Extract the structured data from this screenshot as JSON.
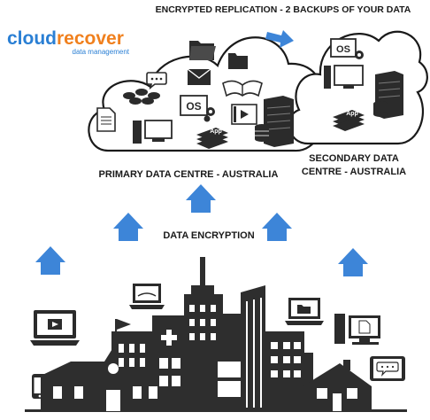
{
  "header": {
    "title": "ENCRYPTED REPLICATION - 2 BACKUPS OF YOUR DATA"
  },
  "logo": {
    "brand_prefix": "cloud",
    "brand_suffix": "recover",
    "tagline": "data management",
    "colors": {
      "prefix": "#2a7fd4",
      "suffix": "#f0801e",
      "tagline": "#2a7fd4"
    }
  },
  "primary": {
    "label": "PRIMARY DATA CENTRE - AUSTRALIA",
    "os_badge": "OS",
    "app_badge": "App"
  },
  "secondary": {
    "label_line1": "SECONDARY DATA",
    "label_line2": "CENTRE - AUSTRALIA",
    "os_badge": "OS",
    "app_badge": "App"
  },
  "encryption": {
    "label": "DATA ENCRYPTION"
  },
  "colors": {
    "arrow": "#3d85d8",
    "icon": "#2b2b2b",
    "building": "#2e2e2e",
    "cloud_stroke": "#1a1a1a"
  }
}
